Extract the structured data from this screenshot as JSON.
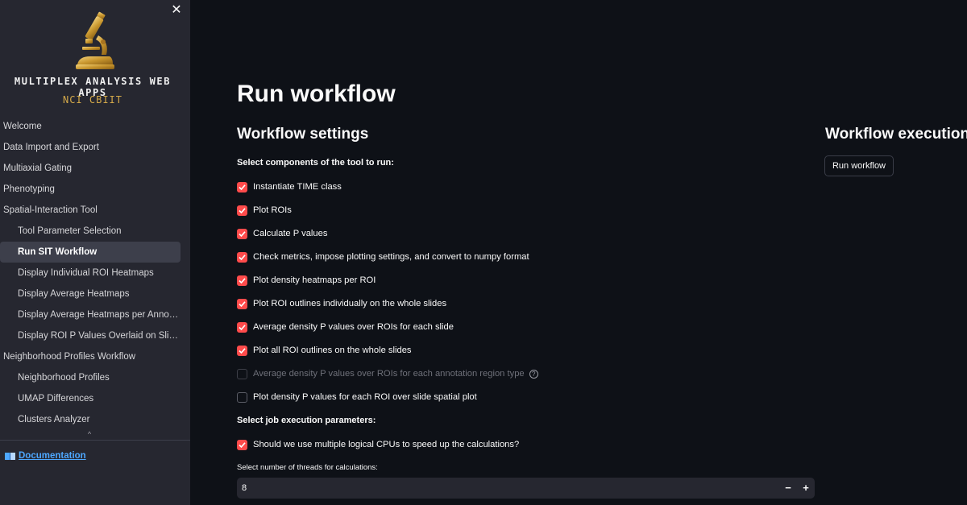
{
  "sidebar": {
    "close_glyph": "✕",
    "brand_title": "MULTIPLEX ANALYSIS WEB APPS",
    "brand_subtitle": "NCI CBIIT",
    "nav": [
      {
        "label": "Welcome",
        "level": 0,
        "active": false
      },
      {
        "label": "Data Import and Export",
        "level": 0,
        "active": false
      },
      {
        "label": "Multiaxial Gating",
        "level": 0,
        "active": false
      },
      {
        "label": "Phenotyping",
        "level": 0,
        "active": false
      },
      {
        "label": "Spatial-Interaction Tool",
        "level": 0,
        "active": false
      },
      {
        "label": "Tool Parameter Selection",
        "level": 1,
        "active": false
      },
      {
        "label": "Run SIT Workflow",
        "level": 1,
        "active": true
      },
      {
        "label": "Display Individual ROI Heatmaps",
        "level": 1,
        "active": false
      },
      {
        "label": "Display Average Heatmaps",
        "level": 1,
        "active": false
      },
      {
        "label": "Display Average Heatmaps per Annota…",
        "level": 1,
        "active": false
      },
      {
        "label": "Display ROI P Values Overlaid on Slides",
        "level": 1,
        "active": false
      },
      {
        "label": "Neighborhood Profiles Workflow",
        "level": 0,
        "active": false
      },
      {
        "label": "Neighborhood Profiles",
        "level": 1,
        "active": false
      },
      {
        "label": "UMAP Differences",
        "level": 1,
        "active": false
      },
      {
        "label": "Clusters Analyzer",
        "level": 1,
        "active": false
      }
    ],
    "scroll_glyph": "^",
    "documentation_link": "Documentation"
  },
  "main": {
    "page_title": "Run workflow",
    "settings_title": "Workflow settings",
    "components_label": "Select components of the tool to run:",
    "components": [
      {
        "label": "Instantiate TIME class",
        "checked": true,
        "disabled": false,
        "help": false
      },
      {
        "label": "Plot ROIs",
        "checked": true,
        "disabled": false,
        "help": false
      },
      {
        "label": "Calculate P values",
        "checked": true,
        "disabled": false,
        "help": false
      },
      {
        "label": "Check metrics, impose plotting settings, and convert to numpy format",
        "checked": true,
        "disabled": false,
        "help": false
      },
      {
        "label": "Plot density heatmaps per ROI",
        "checked": true,
        "disabled": false,
        "help": false
      },
      {
        "label": "Plot ROI outlines individually on the whole slides",
        "checked": true,
        "disabled": false,
        "help": false
      },
      {
        "label": "Average density P values over ROIs for each slide",
        "checked": true,
        "disabled": false,
        "help": false
      },
      {
        "label": "Plot all ROI outlines on the whole slides",
        "checked": true,
        "disabled": false,
        "help": false
      },
      {
        "label": "Average density P values over ROIs for each annotation region type",
        "checked": false,
        "disabled": true,
        "help": true
      },
      {
        "label": "Plot density P values for each ROI over slide spatial plot",
        "checked": false,
        "disabled": false,
        "help": false
      }
    ],
    "job_params_label": "Select job execution parameters:",
    "multicpu": {
      "label": "Should we use multiple logical CPUs to speed up the calculations?",
      "checked": true
    },
    "threads_label": "Select number of threads for calculations:",
    "threads_value": "8",
    "decrement_glyph": "−",
    "increment_glyph": "+",
    "help_glyph": "?"
  },
  "execution": {
    "title": "Workflow execution",
    "run_button": "Run workflow"
  },
  "colors": {
    "background": "#0e1117",
    "sidebar": "#262730",
    "accent_red": "#ff4b4b",
    "link_blue": "#4ea8ff",
    "brand_gold": "#d4a94a"
  }
}
